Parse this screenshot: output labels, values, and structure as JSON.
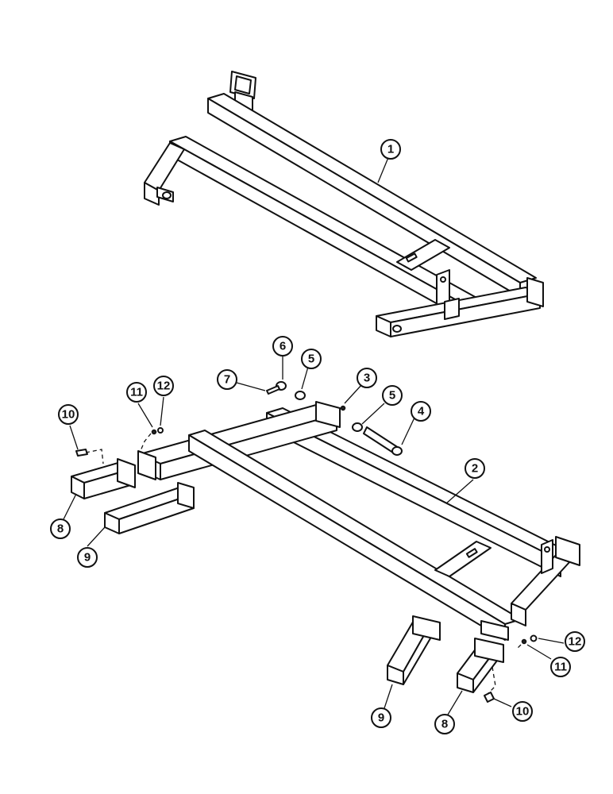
{
  "callouts": [
    {
      "label": "1"
    },
    {
      "label": "2"
    },
    {
      "label": "3"
    },
    {
      "label": "4"
    },
    {
      "label": "5"
    },
    {
      "label": "5"
    },
    {
      "label": "6"
    },
    {
      "label": "7"
    },
    {
      "label": "8"
    },
    {
      "label": "8"
    },
    {
      "label": "9"
    },
    {
      "label": "9"
    },
    {
      "label": "10"
    },
    {
      "label": "10"
    },
    {
      "label": "11"
    },
    {
      "label": "11"
    },
    {
      "label": "12"
    },
    {
      "label": "12"
    }
  ]
}
